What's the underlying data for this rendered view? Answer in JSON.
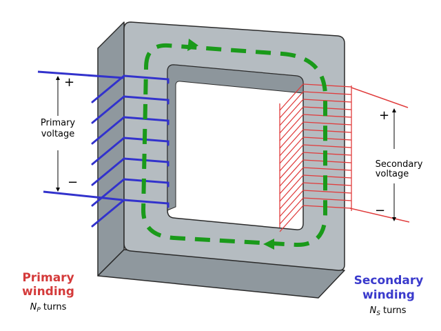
{
  "labels": {
    "primary_voltage_line1": "Primary",
    "primary_voltage_line2": "voltage",
    "secondary_voltage_line1": "Secondary",
    "secondary_voltage_line2": "voltage",
    "plus": "+",
    "minus": "−",
    "primary_title_line1": "Primary",
    "primary_title_line2": "winding",
    "secondary_title_line1": "Secondary",
    "secondary_title_line2": "winding",
    "turns_symbol": "N",
    "primary_turns_sub": "P",
    "secondary_turns_sub": "S",
    "turns_word": " turns"
  },
  "colors": {
    "core_face": "#b5bcc1",
    "core_side": "#8f989e",
    "core_window": "#8d969c",
    "core_edge": "#2a2a2a",
    "primary_wire": "#3232cc",
    "secondary_wire": "#e03c3c",
    "flux": "#1a9a1a",
    "primary_title": "#d43a3a",
    "secondary_title": "#3a3acc"
  },
  "windings": {
    "primary_turns_drawn": 7,
    "secondary_turns_drawn": 17
  }
}
